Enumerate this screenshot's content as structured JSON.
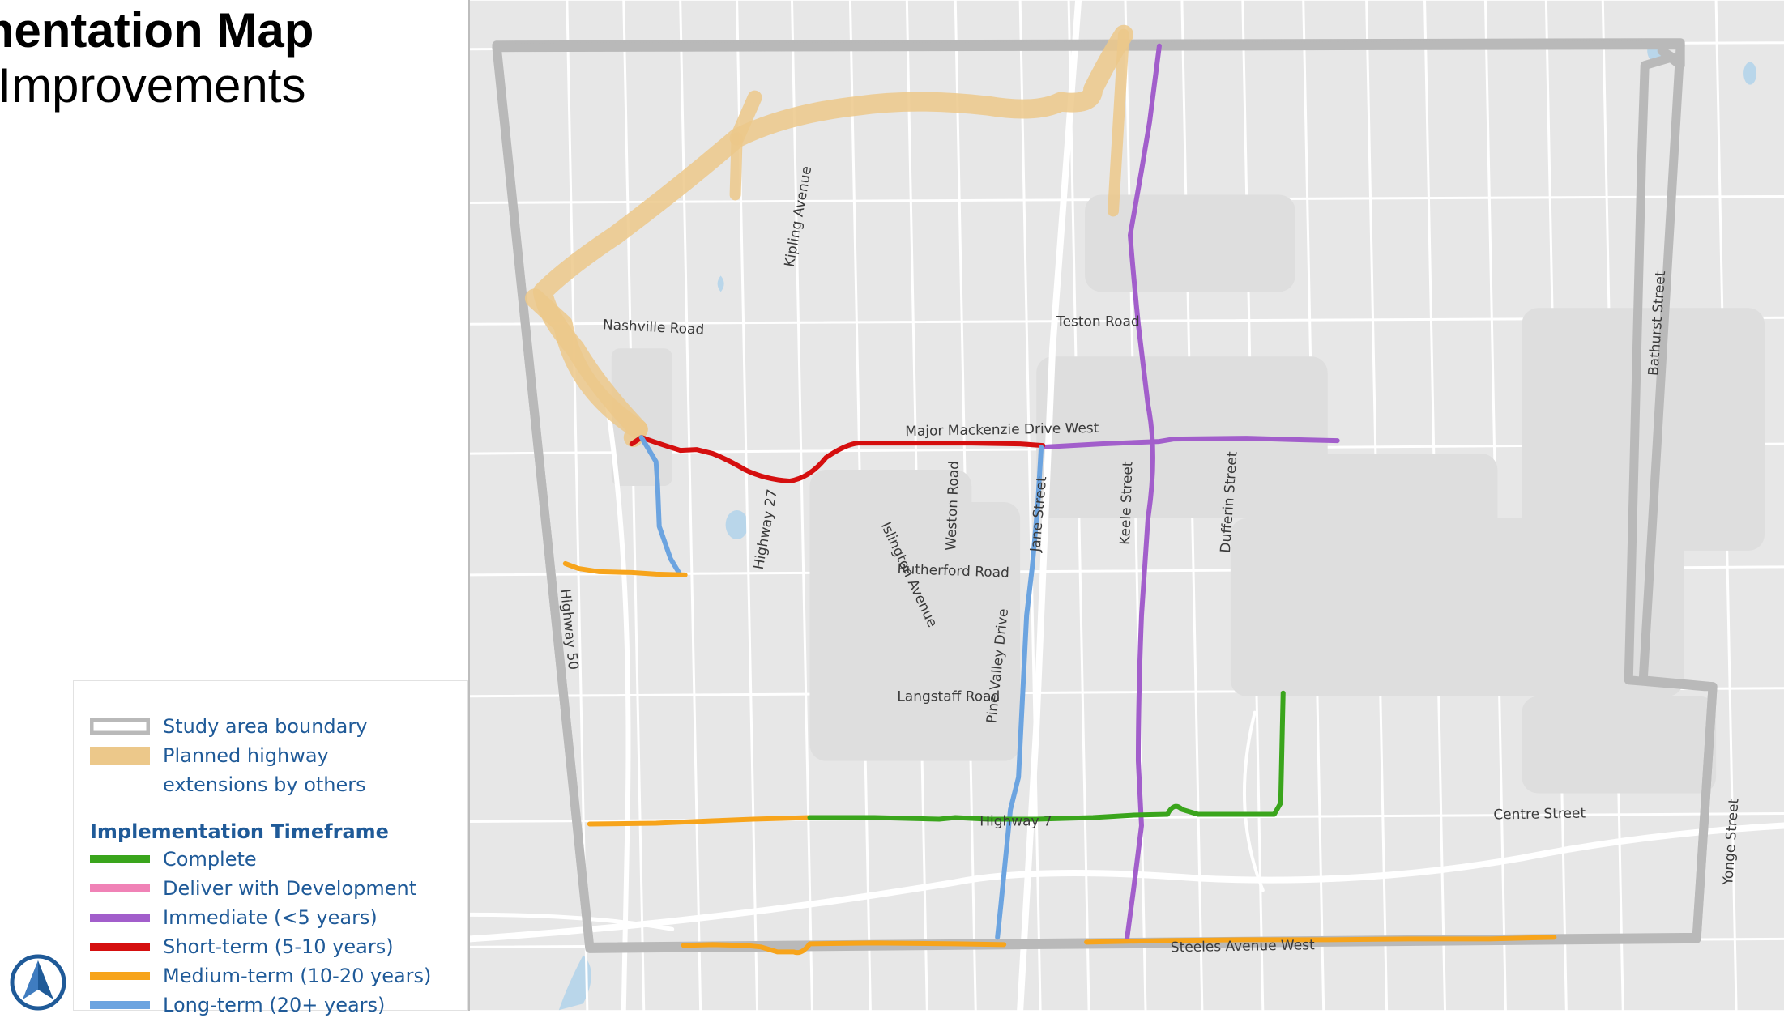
{
  "title": {
    "main": "mentation Map",
    "sub": ": Improvements"
  },
  "map": {
    "roads": {
      "nashville": "Nashville Road",
      "kipling": "Kipling Avenue",
      "teston": "Teston Road",
      "bathurst": "Bathurst Street",
      "major_mackenzie": "Major Mackenzie Drive West",
      "weston": "Weston Road",
      "jane": "Jane Street",
      "keele": "Keele Street",
      "dufferin": "Dufferin Street",
      "highway27": "Highway 27",
      "islington": "Islington Avenue",
      "rutherford": "Rutherford Road",
      "highway50": "Highway 50",
      "pine_valley": "Pine Valley Drive",
      "langstaff": "Langstaff Road",
      "highway7": "Highway 7",
      "centre": "Centre Street",
      "yonge": "Yonge Street",
      "steeles": "Steeles Avenue West"
    }
  },
  "legend": {
    "boundary": "Study area boundary",
    "planned_line1": "Planned highway",
    "planned_line2": "extensions by others",
    "heading": "Implementation Timeframe",
    "items": [
      {
        "label": "Complete",
        "color": "#3aa51c"
      },
      {
        "label": "Deliver with Development",
        "color": "#f082b6"
      },
      {
        "label": "Immediate (<5 years)",
        "color": "#a25ecb"
      },
      {
        "label": "Short-term (5-10 years)",
        "color": "#d50f0f"
      },
      {
        "label": "Medium-term (10-20 years)",
        "color": "#f7a41b"
      },
      {
        "label": "Long-term (20+ years)",
        "color": "#6ca4e0"
      }
    ],
    "boundary_color": "#b9b9b9",
    "planned_color": "#ecc88a"
  },
  "logo": {
    "icon": "compass-arrow-icon"
  }
}
